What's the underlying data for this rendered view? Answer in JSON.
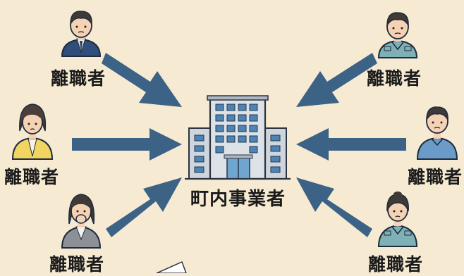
{
  "diagram": {
    "center": {
      "label": "町内事業者"
    },
    "people": [
      {
        "label": "離職者",
        "attire": "navy-suit"
      },
      {
        "label": "離職者",
        "attire": "yellow-cardigan"
      },
      {
        "label": "離職者",
        "attire": "gray-blazer-hand-on-mouth"
      },
      {
        "label": "離職者",
        "attire": "teal-work-shirt"
      },
      {
        "label": "離職者",
        "attire": "blue-polo"
      },
      {
        "label": "離職者",
        "attire": "teal-work-shirt"
      }
    ]
  },
  "colors": {
    "background": "#f6ead2",
    "arrow": "#3a5f82",
    "building": "#bfc6cf",
    "window": "#4d84b4",
    "skin": "#f5d2b3"
  }
}
